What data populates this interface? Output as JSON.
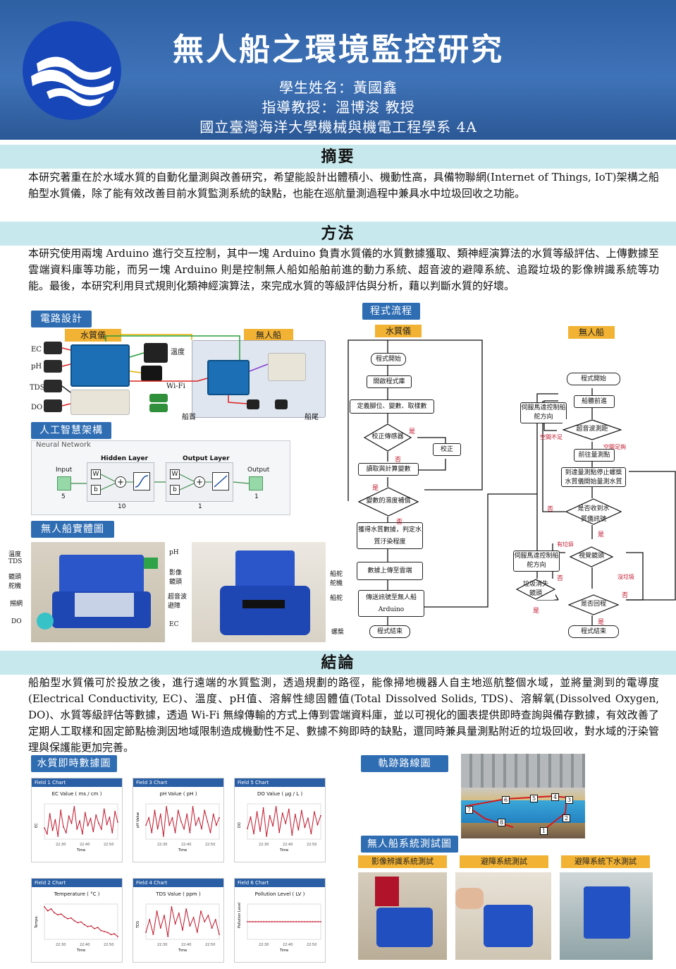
{
  "header": {
    "title": "無人船之環境監控研究",
    "student": "學生姓名：黃國鑫",
    "advisor": "指導教授：溫博浚  教授",
    "department": "國立臺灣海洋大學機械與機電工程學系  4A"
  },
  "abstract": {
    "heading": "摘要",
    "text": "本研究著重在於水域水質的自動化量測與改善研究，希望能設計出體積小、機動性高，具備物聯網(Internet of Things, IoT)架構之船舶型水質儀，除了能有效改善目前水質監測系統的缺點，也能在巡航量測過程中兼具水中垃圾回收之功能。"
  },
  "method": {
    "heading": "方法",
    "text": "本研究使用兩塊 Arduino 進行交互控制，其中一塊 Arduino 負責水質儀的水質數據獲取、類神經演算法的水質等級評估、上傳數據至雲端資料庫等功能，而另一塊 Arduino 則是控制無人船如船舶前進的動力系統、超音波的避障系統、追蹤垃圾的影像辨識系統等功能。最後，本研究利用貝式規則化類神經演算法，來完成水質的等級評估與分析，藉以判斷水質的好壞。",
    "circuit_tag": "電路設計",
    "ai_tag": "人工智慧架構",
    "photo_tag": "無人船實體圖",
    "flow_tag": "程式流程",
    "circuit": {
      "water_label": "水質儀",
      "boat_label": "無人船",
      "sensors": [
        "EC",
        "pH",
        "TDS",
        "DO"
      ],
      "temp": "溫度",
      "wifi": "Wi-Fi",
      "bow": "船首",
      "stern": "船尾"
    },
    "nn": {
      "window": "Neural Network",
      "hidden": "Hidden Layer",
      "output_layer": "Output Layer",
      "input": "Input",
      "output": "Output",
      "input_n": "5",
      "hidden_n": "10",
      "out_n": "1",
      "outer_n": "1",
      "w": "W",
      "b": "b"
    },
    "photo_left": {
      "left_labels": [
        "溫度\nTDS",
        "鏡頭\n舵機",
        "撈網",
        "DO"
      ],
      "right_labels": [
        "pH",
        "影像\n鏡頭",
        "超音波\n避障",
        "EC"
      ]
    },
    "photo_right": {
      "labels": [
        "船舵\n舵機",
        "船舵",
        "螺槳"
      ]
    },
    "flow": {
      "water_label": "水質儀",
      "boat_label": "無人船",
      "water_steps": [
        "程式開始",
        "開啟程式庫",
        "定義腳位、變數、取樣數",
        "校正傳感器",
        "讀取與計算變數",
        "變數的濕度補償",
        "獲得水質數據，判定水質汙染程度",
        "數據上傳至雲端",
        "傳送訊號至無人船 Arduino",
        "程式結束"
      ],
      "calibrate": "校正",
      "yes": "是",
      "no": "否",
      "boat_steps": [
        "程式開始",
        "船體前進",
        "伺服馬達控制船舵方向",
        "超音波測距",
        "空間不足",
        "空間足夠",
        "前往量測點",
        "到達量測點停止螺槳 水質儀開始量測水質",
        "是否收到水質儀訊號",
        "有垃圾",
        "視覺鏡頭",
        "沒垃圾",
        "伺服馬達控制船舵方向",
        "垃圾消失鏡頭",
        "是否回程",
        "程式結束"
      ]
    }
  },
  "conclusion": {
    "heading": "結論",
    "text": "船舶型水質儀可於投放之後，進行遠端的水質監測，透過規劃的路徑，能像掃地機器人自主地巡航整個水域，並將量測到的電導度(Electrical Conductivity, EC)、溫度、pH值、溶解性總固體值(Total Dissolved Solids, TDS)、溶解氧(Dissolved Oxygen, DO)、水質等級評估等數據，透過 Wi-Fi 無線傳輸的方式上傳到雲端資料庫，並以可視化的圖表提供即時查詢與備存數據，有效改善了定期人工取樣和固定節點檢測因地域限制造成機動性不足、數據不夠即時的缺點，還同時兼具量測點附近的垃圾回收，對水域的汙染管理與保護能更加完善。",
    "realtime_tag": "水質即時數據圖",
    "track_tag": "軌跡路線圖",
    "test_tag": "無人船系統測試圖",
    "tests": [
      "影像辨識系統測試",
      "避障系統測試",
      "避障系統下水測試"
    ],
    "track_points": [
      "1",
      "2",
      "3",
      "4",
      "5",
      "6",
      "7",
      "8"
    ],
    "charts": [
      {
        "field": "Field 1 Chart",
        "title": "EC Value ( ms / cm )",
        "ylabel": "EC",
        "xlabel": "Time",
        "ticks": [
          "22:30",
          "22:40",
          "22:50"
        ],
        "y": [
          40,
          35,
          52,
          38,
          47,
          33,
          55,
          41,
          36,
          50,
          44,
          58,
          39,
          46,
          35,
          53,
          42,
          48,
          37,
          51,
          44,
          39,
          56,
          43,
          49,
          36,
          54,
          45
        ]
      },
      {
        "field": "Field 3 Chart",
        "title": "pH Value ( pH )",
        "ylabel": "pH Value",
        "xlabel": "Time",
        "ticks": [
          "22:30",
          "22:40",
          "22:50"
        ],
        "y": [
          7.4,
          7.6,
          7.2,
          7.8,
          7.3,
          7.7,
          7.1,
          7.9,
          7.4,
          7.6,
          7.2,
          7.8,
          7.5,
          7.3,
          7.7,
          7.2,
          7.9,
          7.4,
          7.6,
          7.3,
          7.8,
          7.5,
          7.2,
          7.7,
          7.4,
          7.6
        ]
      },
      {
        "field": "Field 5 Chart",
        "title": "DO Value ( μg / L )",
        "ylabel": "DO",
        "xlabel": "Time",
        "ticks": [
          "22:30",
          "22:40",
          "22:50"
        ],
        "y": [
          5.2,
          6.1,
          4.8,
          6.5,
          5.0,
          6.8,
          4.6,
          6.2,
          5.4,
          6.9,
          4.9,
          6.4,
          5.6,
          6.7,
          4.7,
          6.3,
          5.1,
          6.6,
          5.3,
          6.0,
          4.8,
          6.5,
          5.5,
          6.2
        ]
      },
      {
        "field": "Field 2 Chart",
        "title": "Temperature ( °C )",
        "ylabel": "Tempe.",
        "xlabel": "Time",
        "ticks": [
          "22:30",
          "22:40",
          "22:50"
        ],
        "y": [
          27.6,
          27.5,
          27.55,
          27.45,
          27.4,
          27.42,
          27.35,
          27.3,
          27.32,
          27.25,
          27.2,
          27.22,
          27.15,
          27.1,
          27.12,
          27.05,
          27.08,
          27.0,
          26.98,
          26.95,
          26.9,
          26.92,
          26.85
        ]
      },
      {
        "field": "Field 4 Chart",
        "title": "TDS Value ( ppm )",
        "ylabel": "TDS",
        "xlabel": "Time",
        "ticks": [
          "22:30",
          "22:40",
          "22:50"
        ],
        "y": [
          1610,
          1640,
          1605,
          1660,
          1620,
          1650,
          1600,
          1670,
          1630,
          1655,
          1615,
          1665,
          1625,
          1645,
          1610,
          1660,
          1635,
          1650,
          1620,
          1640,
          1605
        ]
      },
      {
        "field": "Field 6 Chart",
        "title": "Pollution Level ( LV )",
        "ylabel": "Pollution Level",
        "xlabel": "Time",
        "ticks": [
          "22:30",
          "22:40",
          "22:50"
        ],
        "y": [
          1,
          1,
          1,
          1,
          1,
          1,
          1,
          1,
          1,
          1,
          1,
          1,
          1,
          1,
          1,
          1,
          1,
          1,
          1,
          1,
          1,
          1,
          1,
          1,
          1,
          1,
          1,
          1
        ]
      }
    ]
  },
  "colors": {
    "header": "#2d5fa3",
    "band": "#c7e9ee",
    "tag": "#2f6db3",
    "accent": "#f2b233",
    "line": "#c0162b"
  }
}
